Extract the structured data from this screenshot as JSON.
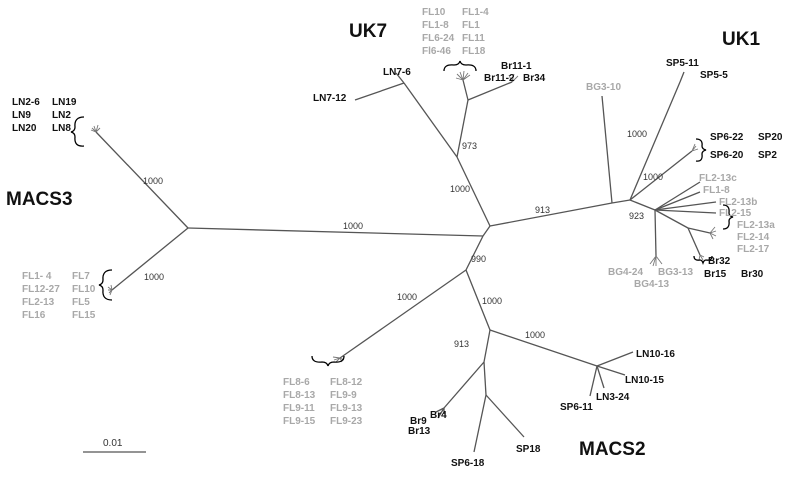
{
  "clades": {
    "uk7": "UK7",
    "uk1": "UK1",
    "macs3": "MACS3",
    "macs2": "MACS2"
  },
  "scale_label": "0.01",
  "colors": {
    "dark_label": "#111111",
    "grey_label": "#a8a8a8",
    "branch": "#555555"
  },
  "bootstrap": {
    "b1": "1000",
    "b2": "1000",
    "b3": "1000",
    "b4": "973",
    "b5": "1000",
    "b6": "913",
    "b7": "1000",
    "b8": "1000",
    "b9": "923",
    "b10": "990",
    "b11": "1000",
    "b12": "1000",
    "b13": "1000",
    "b14": "913"
  },
  "labels": {
    "ln2_6": "LN2-6",
    "ln19": "LN19",
    "ln9": "LN9",
    "ln2": "LN2",
    "ln20": "LN20",
    "ln8": "LN8",
    "fl1_4a": "FL1- 4",
    "fl7": "FL7",
    "fl12_27": "FL12-27",
    "fl10a": "FL10",
    "fl2_13": "FL2-13",
    "fl5": "FL5",
    "fl16": "FL16",
    "fl15": "FL15",
    "fl10b": "FL10",
    "fl1_4b": "FL1-4",
    "fl1_8a": "FL1-8",
    "fl1": "FL1",
    "fl6_24": "FL6-24",
    "fl11": "FL11",
    "fl6_46": "Fl6-46",
    "fl18": "FL18",
    "br11_1": "Br11-1",
    "br11_2": "Br11-2",
    "br34": "Br34",
    "ln7_6": "LN7-6",
    "ln7_12": "LN7-12",
    "bg3_10": "BG3-10",
    "sp5_11": "SP5-11",
    "sp5_5": "SP5-5",
    "sp6_22": "SP6-22",
    "sp20": "SP20",
    "sp6_20": "SP6-20",
    "sp2": "SP2",
    "fl2_13c": "FL2-13c",
    "fl1_8b": "FL1-8",
    "fl2_13b": "FL2-13b",
    "fl2_15": "FL2-15",
    "fl2_13a": "FL2-13a",
    "fl2_14": "FL2-14",
    "fl2_17": "FL2-17",
    "br32": "Br32",
    "br15": "Br15",
    "br30": "Br30",
    "bg4_24": "BG4-24",
    "bg3_13": "BG3-13",
    "bg4_13": "BG4-13",
    "fl8_6": "FL8-6",
    "fl8_12": "FL8-12",
    "fl8_13": "FL8-13",
    "fl9_9": "FL9-9",
    "fl9_11": "FL9-11",
    "fl9_13": "FL9-13",
    "fl9_15": "FL9-15",
    "fl9_23": "FL9-23",
    "ln10_16": "LN10-16",
    "ln10_15": "LN10-15",
    "ln3_24": "LN3-24",
    "sp6_11": "SP6-11",
    "br9": "Br9",
    "br4": "Br4",
    "br13": "Br13",
    "sp18": "SP18",
    "sp6_18": "SP6-18"
  }
}
